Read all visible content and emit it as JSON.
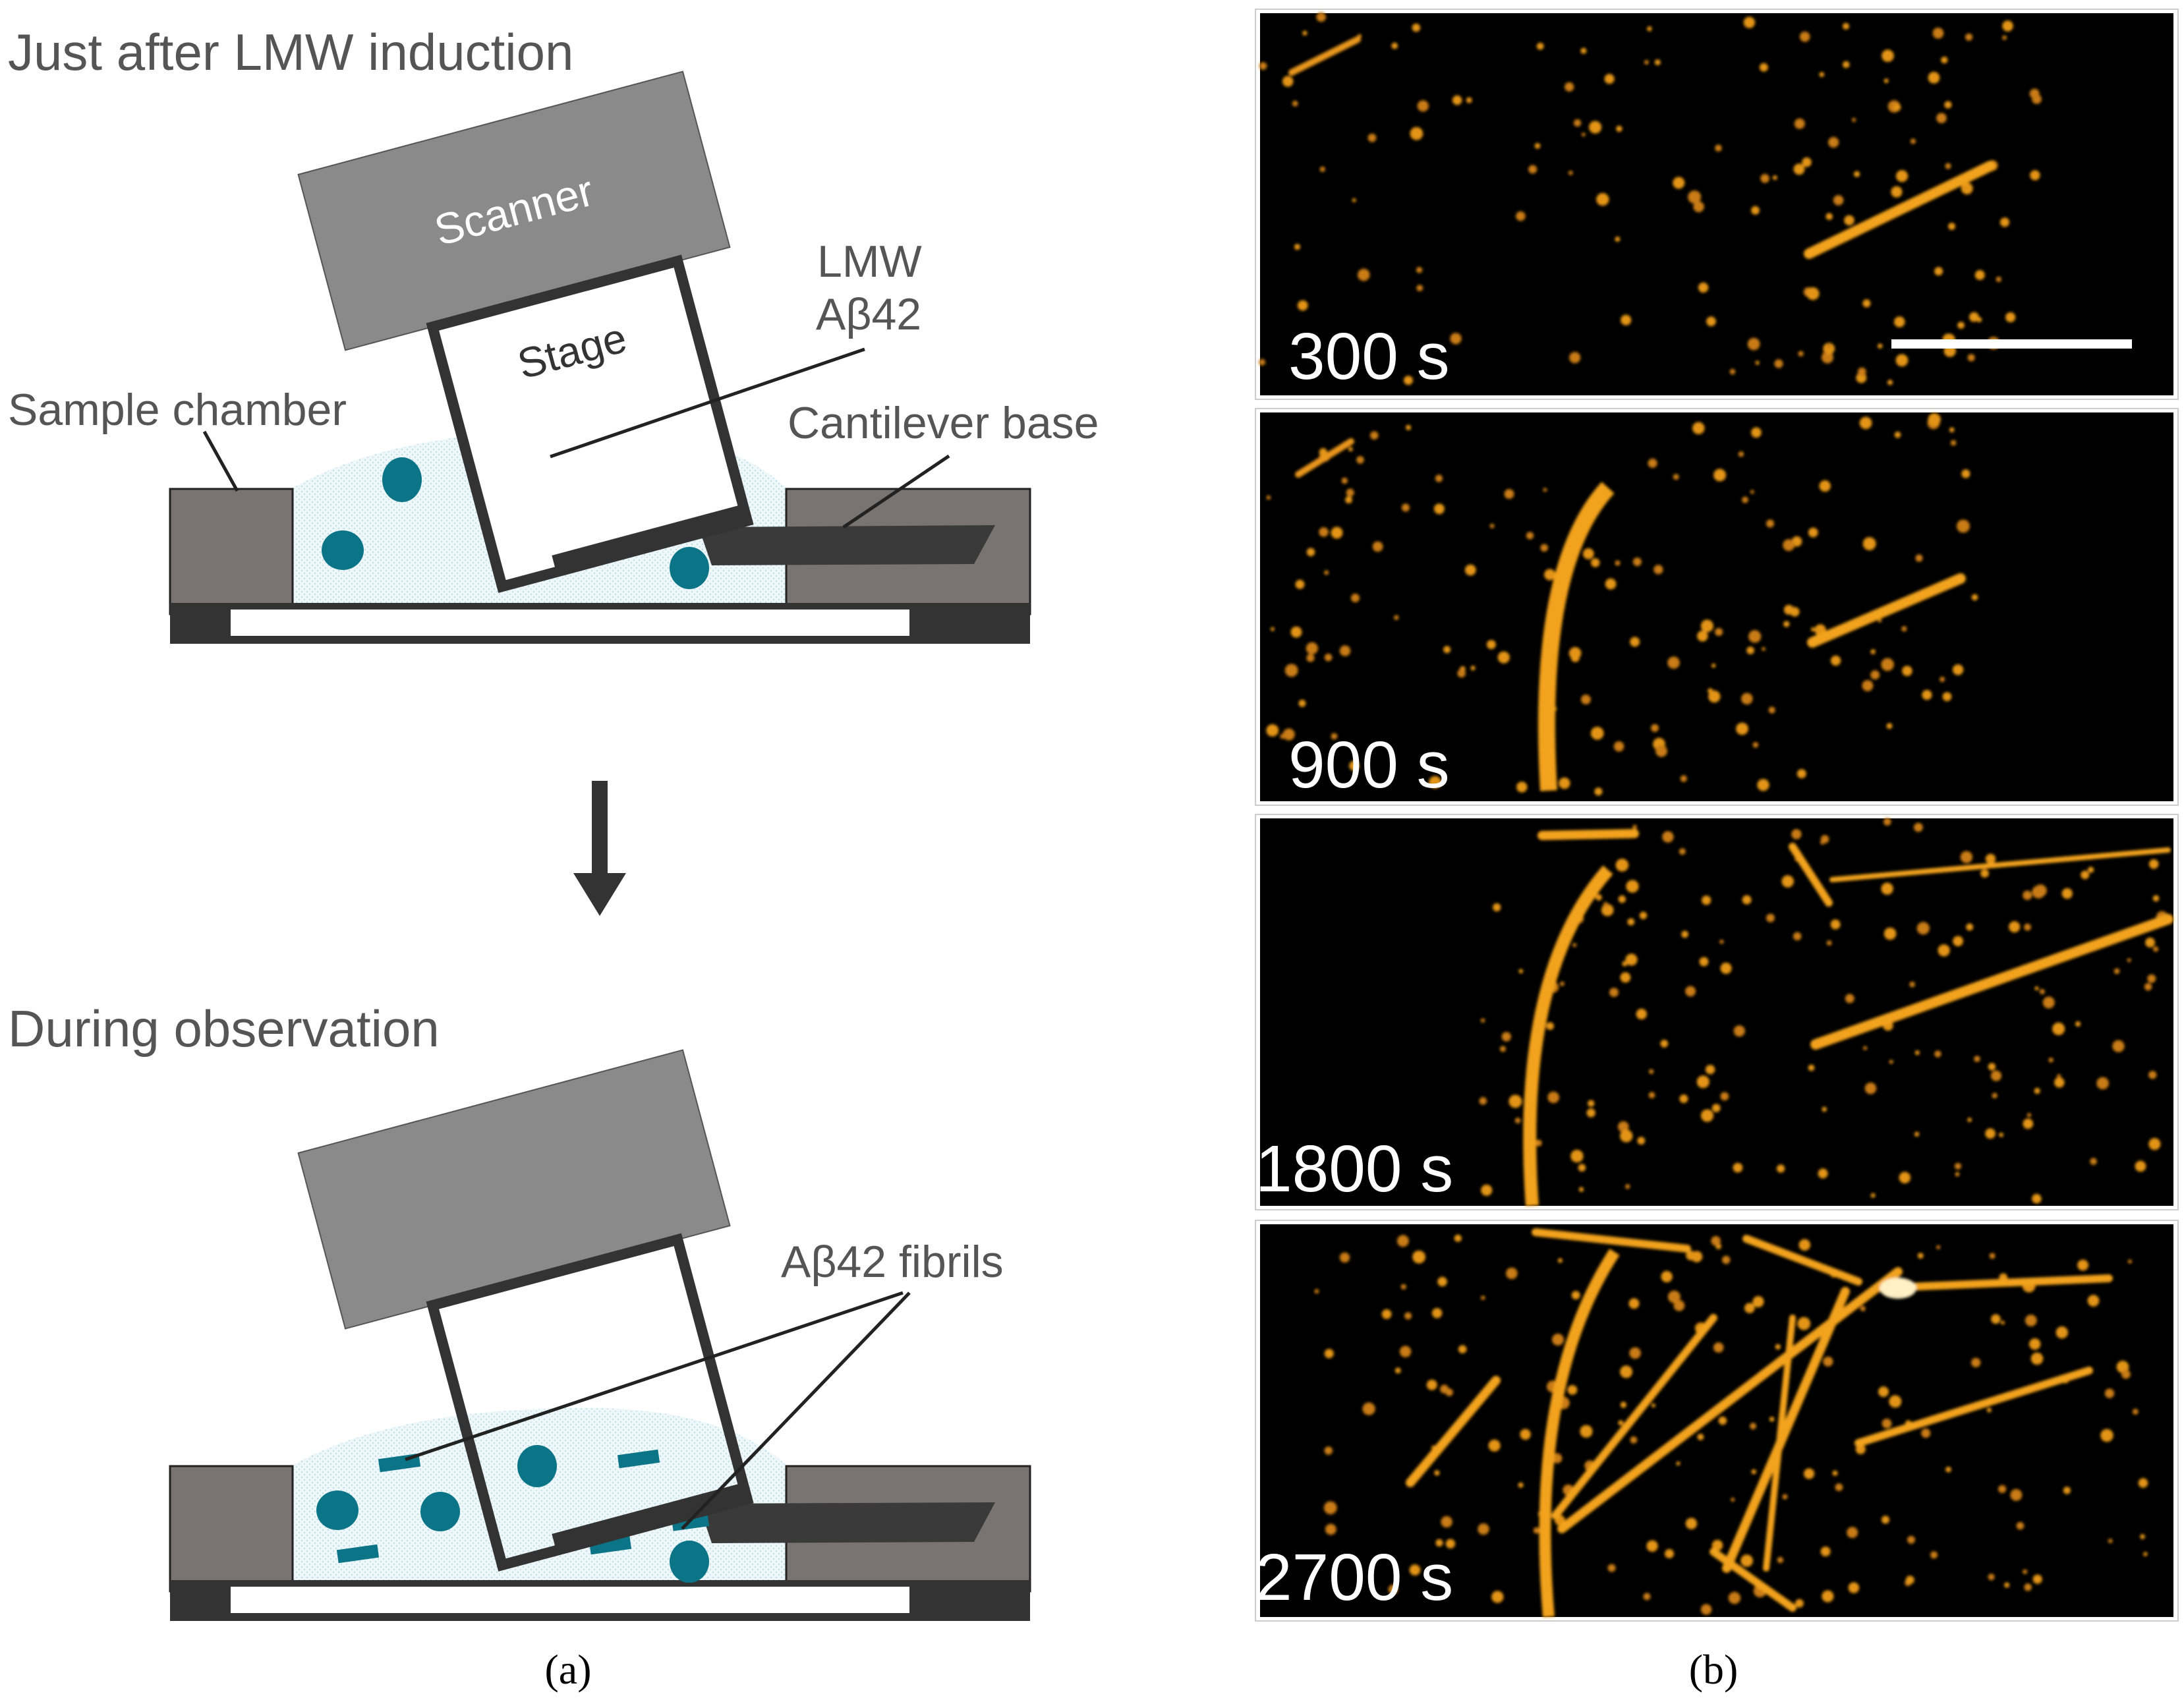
{
  "panel_a": {
    "top_title": "Just after LMW induction",
    "bottom_title": "During observation",
    "scanner_label": "Scanner",
    "stage_label": "Stage",
    "sample_chamber_label": "Sample chamber",
    "cantilever_base_label": "Cantilever base",
    "lmw_label_line1": "LMW",
    "lmw_label_line2": "Aβ42",
    "fibrils_label": "Aβ42 fibrils",
    "caption": "(a)"
  },
  "panel_b": {
    "caption": "(b)",
    "frames": [
      {
        "time": "300 s"
      },
      {
        "time": "900 s"
      },
      {
        "time": "1800 s"
      },
      {
        "time": "2700 s"
      }
    ],
    "has_scale_bar": true
  },
  "colors": {
    "scanner": "#8a8a8a",
    "frame": "#333333",
    "chamber": "#7a7373",
    "solution": "#e4f2f6",
    "particle": "#0b7486",
    "afm_background": "#000000",
    "afm_signal": "#f2a21a"
  }
}
